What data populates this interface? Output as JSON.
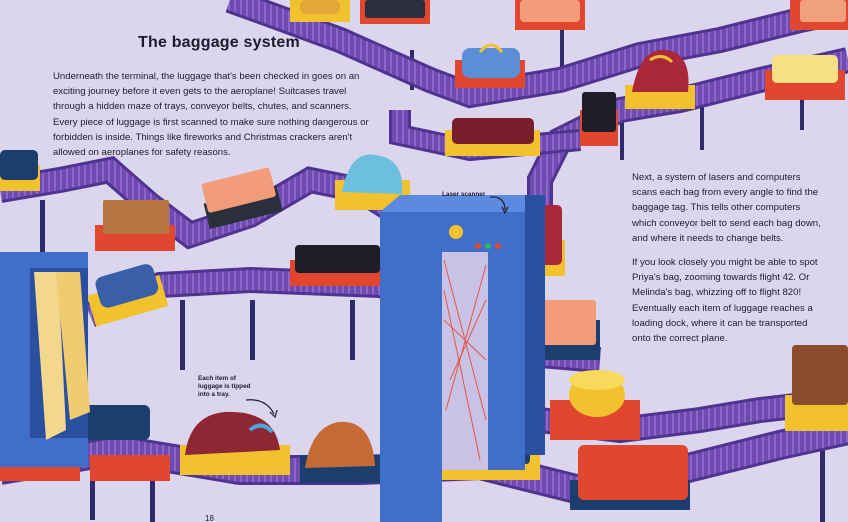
{
  "title": "The baggage system",
  "paragraphs": {
    "intro": "Underneath the terminal, the luggage that's been checked in goes on an exciting journey before it even gets to the aeroplane! Suitcases travel through a hidden maze of trays, conveyor belts, chutes, and scanners. Every piece of luggage is first scanned to make sure nothing dangerous or forbidden is inside. Things like fireworks and Christmas crackers aren't allowed on aeroplanes for safety reasons.",
    "lasers": "Next, a system of lasers and computers scans each bag from every angle to find the baggage tag. This tells other computers which conveyor belt to send each bag down, and where it needs to change belts.",
    "flights": "If you look closely you might be able to spot Priya's bag, zooming towards flight 42. Or Melinda's bag, whizzing off to flight 820! Eventually each item of luggage reaches a loading dock, where it can be transported onto the correct plane."
  },
  "annotations": {
    "laser_scanner": "Laser scanner",
    "tray": "Each item of luggage is tipped into a tray."
  },
  "page_number": "18",
  "colors": {
    "background": "#dcd5ee",
    "belt": "#6f4bb0",
    "belt_dark": "#4f3390",
    "tray_yellow": "#f2c12e",
    "tray_red": "#e1472f",
    "scanner_blue": "#3f6fc8",
    "leg_navy": "#2e2a6b"
  }
}
